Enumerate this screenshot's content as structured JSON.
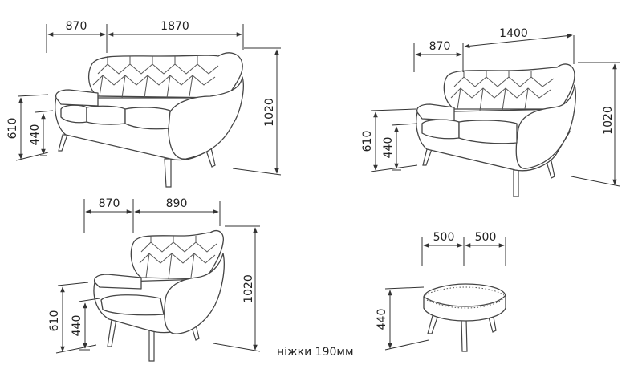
{
  "sofa3": {
    "depth": "870",
    "width": "1870",
    "height": "1020",
    "arm_height": "610",
    "seat_height": "440"
  },
  "sofa2": {
    "depth": "870",
    "width": "1400",
    "height": "1020",
    "arm_height": "610",
    "seat_height": "440"
  },
  "armchair": {
    "depth": "870",
    "width": "890",
    "height": "1020",
    "arm_height": "610",
    "seat_height": "440"
  },
  "ottoman": {
    "depth": "500",
    "width": "500",
    "height": "440"
  },
  "note": "ніжки 190мм"
}
